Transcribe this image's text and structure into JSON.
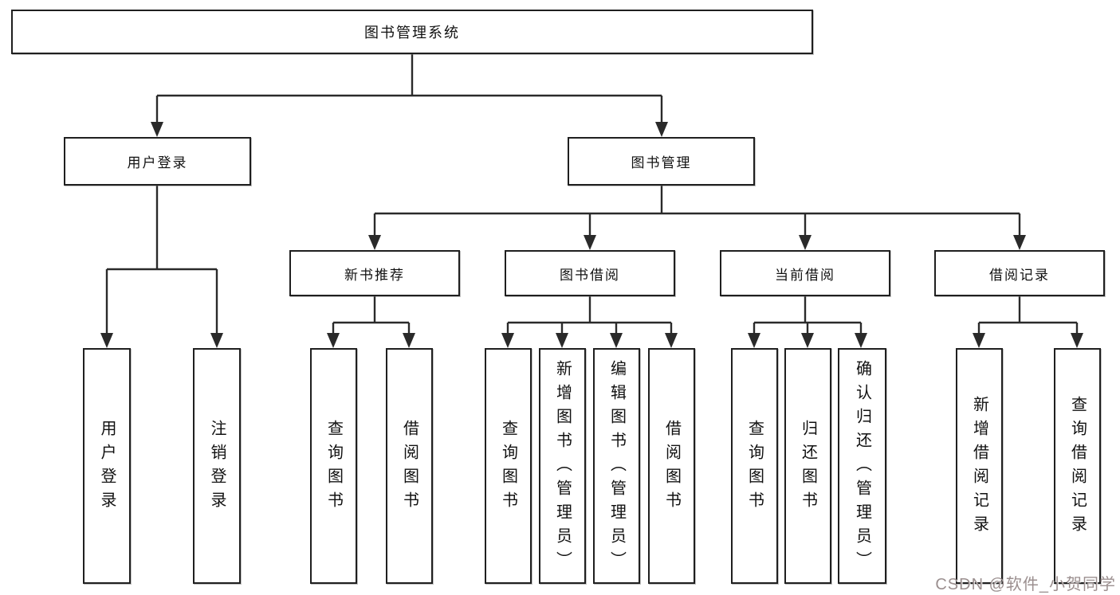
{
  "diagram": {
    "root": {
      "label": "图书管理系统"
    },
    "level2": {
      "user_login": {
        "label": "用户登录"
      },
      "book_mgmt": {
        "label": "图书管理"
      }
    },
    "level3": {
      "new_book": {
        "label": "新书推荐"
      },
      "book_borrow": {
        "label": "图书借阅"
      },
      "current_borrow": {
        "label": "当前借阅"
      },
      "borrow_record": {
        "label": "借阅记录"
      }
    },
    "leaves": {
      "user_login": [
        "用户登录",
        "注销登录"
      ],
      "new_book": [
        "查询图书",
        "借阅图书"
      ],
      "book_borrow": [
        "查询图书",
        "新增图书（管理员）",
        "编辑图书（管理员）",
        "借阅图书"
      ],
      "current_borrow": [
        "查询图书",
        "归还图书",
        "确认归还（管理员）"
      ],
      "borrow_record": [
        "新增借阅记录",
        "查询借阅记录"
      ]
    },
    "colors": {
      "line": "#2a2a2a",
      "box_border": "#1f1f1f",
      "box_fill": "#ffffff",
      "background": "#ffffff",
      "watermark_text": "#9b8f8f"
    }
  },
  "watermark": {
    "text": "CSDN @软件_小贺同学"
  }
}
